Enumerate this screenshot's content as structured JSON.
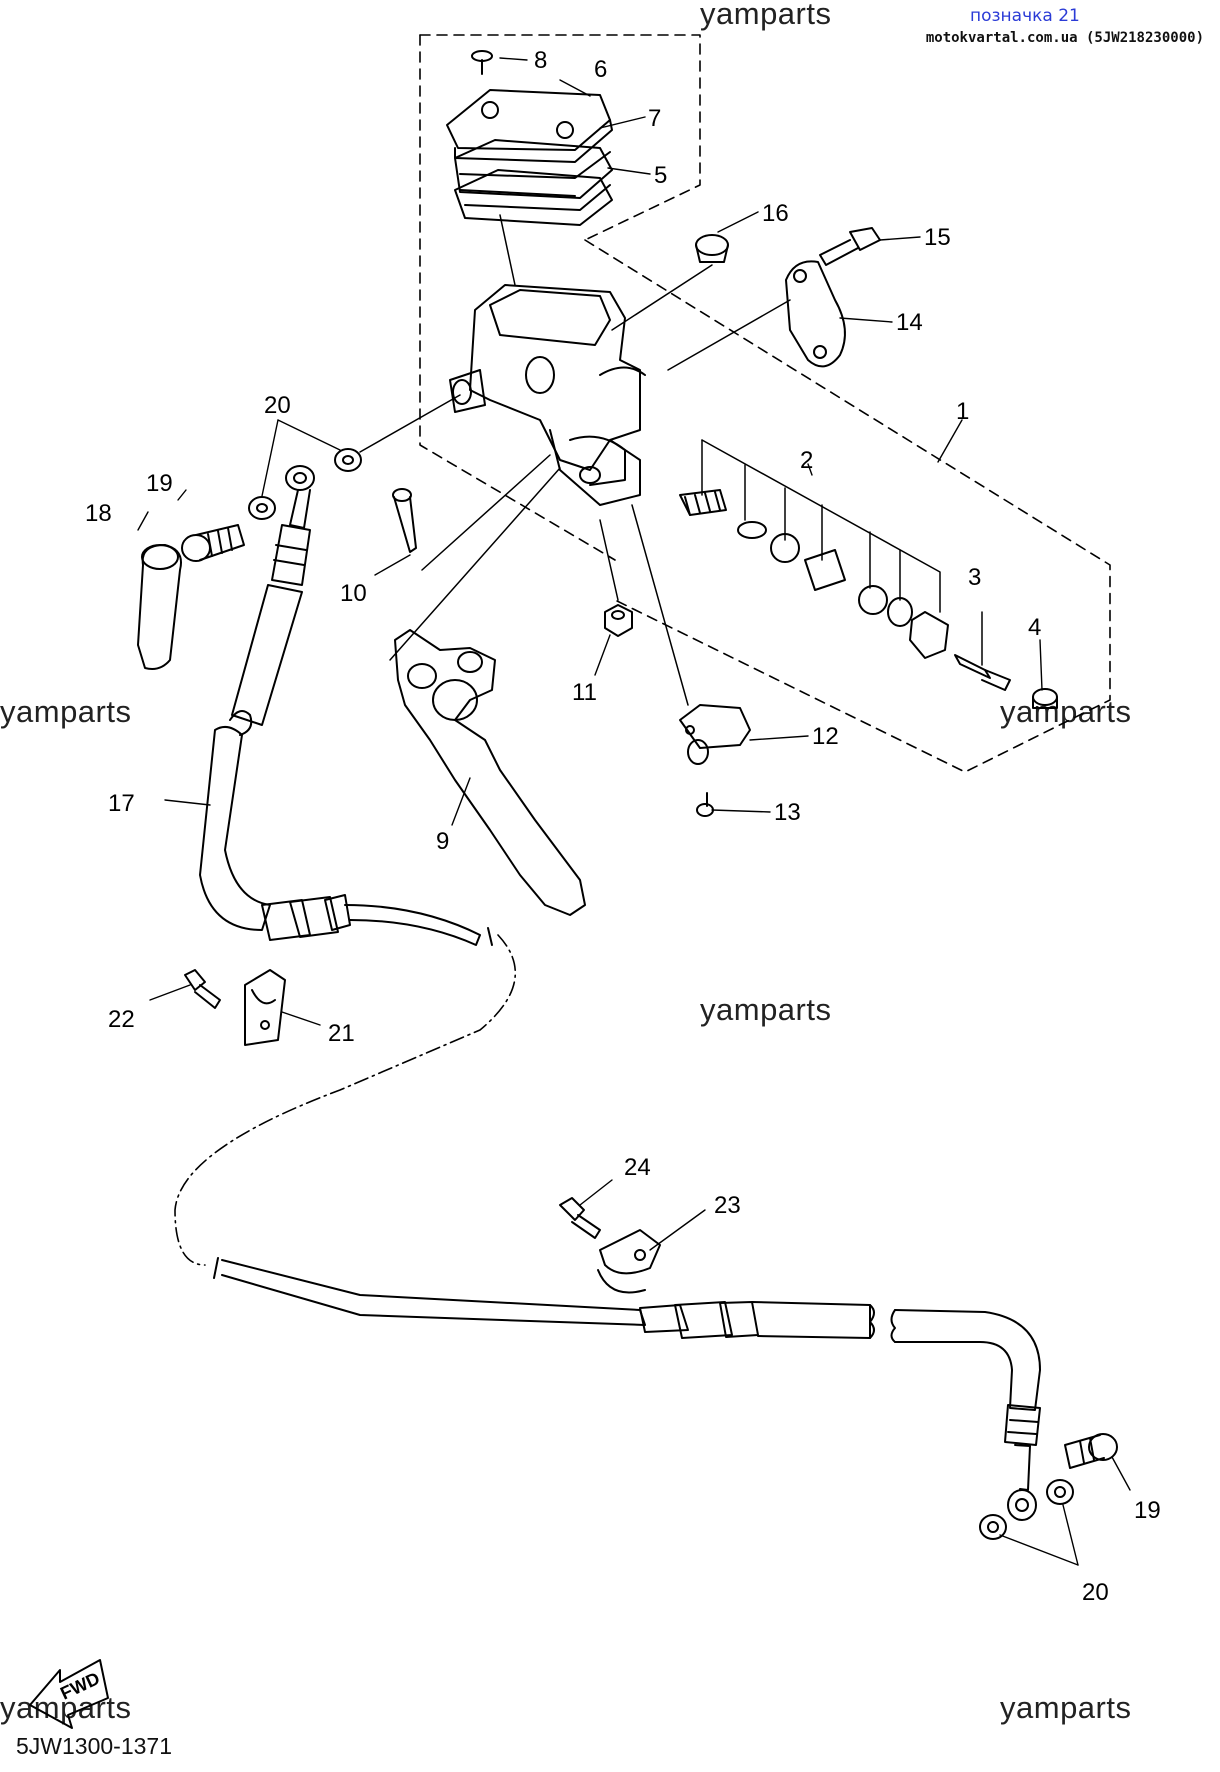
{
  "header": {
    "title": "позначка 21",
    "source": "motokvartal.com.ua (5JW218230000)"
  },
  "watermark": "yamparts",
  "diagram_code": "5JW1300-1371",
  "fwd_label": "FWD",
  "callouts": [
    "1",
    "2",
    "3",
    "4",
    "5",
    "6",
    "7",
    "8",
    "9",
    "10",
    "11",
    "12",
    "13",
    "14",
    "15",
    "16",
    "17",
    "18",
    "19",
    "19",
    "20",
    "20",
    "21",
    "22",
    "23",
    "24"
  ],
  "colors": {
    "title": "#2b3bd6",
    "line": "#000000"
  }
}
